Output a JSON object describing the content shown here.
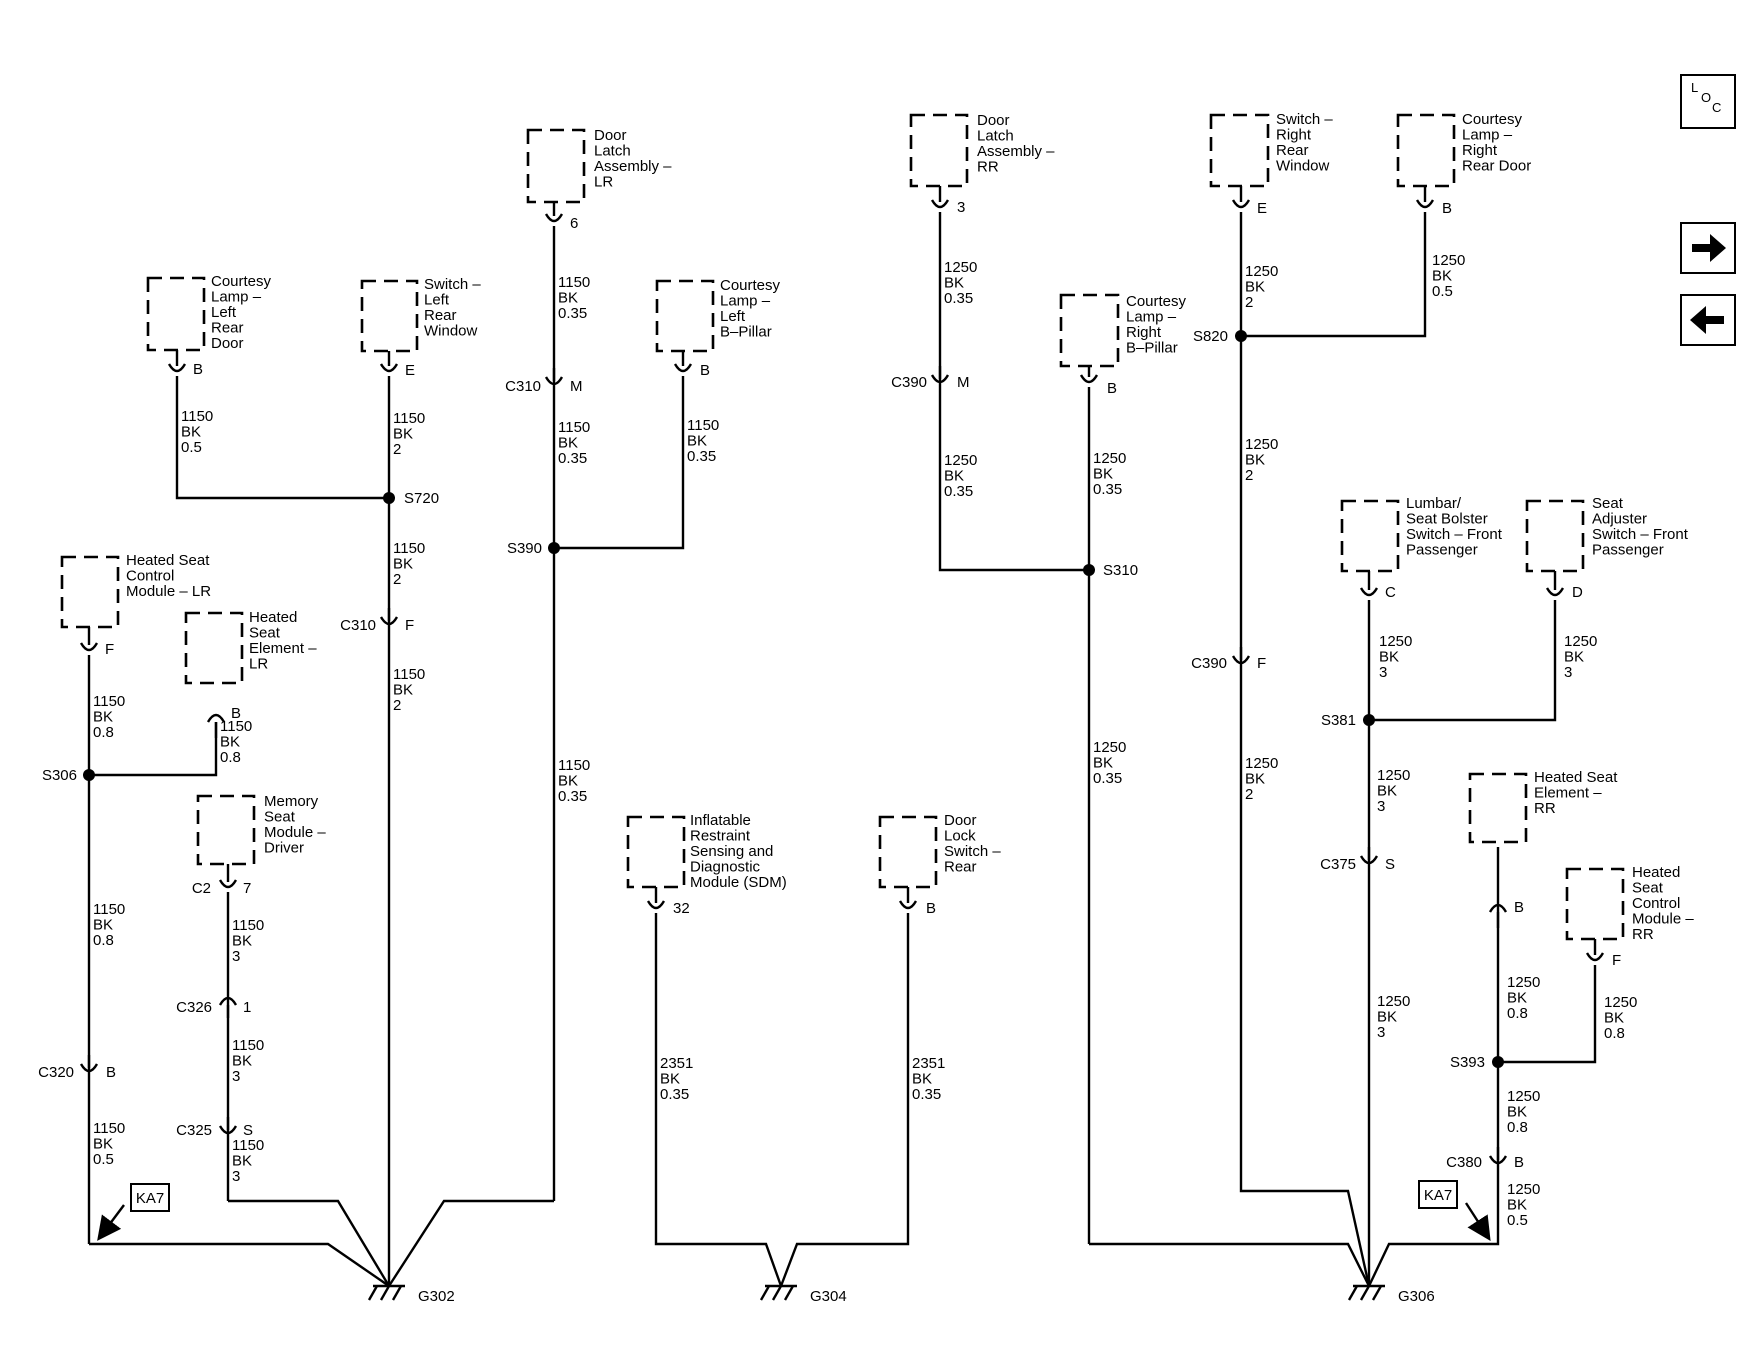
{
  "nav": {
    "loc_letters": [
      "L",
      "O",
      "C"
    ],
    "next_icon": "right-arrow-icon",
    "prev_icon": "left-arrow-icon"
  },
  "components": [
    {
      "id": "courtesy-lamp-lr-door",
      "lines": [
        "Courtesy",
        "Lamp –",
        "Left",
        "Rear",
        "Door"
      ],
      "pin": "B"
    },
    {
      "id": "switch-left-rear-window",
      "lines": [
        "Switch –",
        "Left",
        "Rear",
        "Window"
      ],
      "pin": "E"
    },
    {
      "id": "door-latch-lr",
      "lines": [
        "Door",
        "Latch",
        "Assembly –",
        "LR"
      ],
      "pin": "6"
    },
    {
      "id": "courtesy-lamp-left-bpillar",
      "lines": [
        "Courtesy",
        "Lamp –",
        "Left",
        "B–Pillar"
      ],
      "pin": "B"
    },
    {
      "id": "heated-seat-control-lr",
      "lines": [
        "Heated Seat",
        "Control",
        "Module – LR"
      ],
      "pin": "F"
    },
    {
      "id": "heated-seat-element-lr",
      "lines": [
        "Heated",
        "Seat",
        "Element –",
        "LR"
      ],
      "pin": "B"
    },
    {
      "id": "memory-seat-module",
      "lines": [
        "Memory",
        "Seat",
        "Module –",
        "Driver"
      ],
      "pin": "7"
    },
    {
      "id": "sdm",
      "lines": [
        "Inflatable",
        "Restraint",
        "Sensing and",
        "Diagnostic",
        "Module (SDM)"
      ],
      "pin": "32"
    },
    {
      "id": "door-lock-switch-rear",
      "lines": [
        "Door",
        "Lock",
        "Switch –",
        "Rear"
      ],
      "pin": "B"
    },
    {
      "id": "door-latch-rr",
      "lines": [
        "Door",
        "Latch",
        "Assembly –",
        "RR"
      ],
      "pin": "3"
    },
    {
      "id": "courtesy-lamp-right-bpillar",
      "lines": [
        "Courtesy",
        "Lamp –",
        "Right",
        "B–Pillar"
      ],
      "pin": "B"
    },
    {
      "id": "switch-right-rear-window",
      "lines": [
        "Switch –",
        "Right",
        "Rear",
        "Window"
      ],
      "pin": "E"
    },
    {
      "id": "courtesy-lamp-right-rear-door",
      "lines": [
        "Courtesy",
        "Lamp –",
        "Right",
        "Rear Door"
      ],
      "pin": "B"
    },
    {
      "id": "lumbar-switch-fp",
      "lines": [
        "Lumbar/",
        "Seat Bolster",
        "Switch – Front",
        "Passenger"
      ],
      "pin": "C"
    },
    {
      "id": "seat-adjuster-switch-fp",
      "lines": [
        "Seat",
        "Adjuster",
        "Switch – Front",
        "Passenger"
      ],
      "pin": "D"
    },
    {
      "id": "heated-seat-element-rr",
      "lines": [
        "Heated Seat",
        "Element –",
        "RR"
      ],
      "pin": "B"
    },
    {
      "id": "heated-seat-control-rr",
      "lines": [
        "Heated",
        "Seat",
        "Control",
        "Module –",
        "RR"
      ],
      "pin": "F"
    }
  ],
  "connectors": [
    {
      "id": "c310-a",
      "name": "C310",
      "pin": "M"
    },
    {
      "id": "c310-b",
      "name": "C310",
      "pin": "F"
    },
    {
      "id": "c2",
      "name": "C2",
      "pin": ""
    },
    {
      "id": "c326",
      "name": "C326",
      "pin": "1"
    },
    {
      "id": "c325",
      "name": "C325",
      "pin": "S"
    },
    {
      "id": "c320",
      "name": "C320",
      "pin": "B"
    },
    {
      "id": "c390-a",
      "name": "C390",
      "pin": "M"
    },
    {
      "id": "c390-b",
      "name": "C390",
      "pin": "F"
    },
    {
      "id": "c375",
      "name": "C375",
      "pin": "S"
    },
    {
      "id": "c380",
      "name": "C380",
      "pin": "B"
    }
  ],
  "splices": [
    "S720",
    "S390",
    "S306",
    "S310",
    "S820",
    "S381",
    "S393"
  ],
  "grounds": [
    "G302",
    "G304",
    "G306"
  ],
  "callouts": [
    "KA7",
    "KA7"
  ],
  "wires": [
    {
      "id": "w1",
      "lines": [
        "1150",
        "BK",
        "0.5"
      ]
    },
    {
      "id": "w2",
      "lines": [
        "1150",
        "BK",
        "2"
      ]
    },
    {
      "id": "w3",
      "lines": [
        "1150",
        "BK",
        "2"
      ]
    },
    {
      "id": "w4",
      "lines": [
        "1150",
        "BK",
        "2"
      ]
    },
    {
      "id": "w5",
      "lines": [
        "1150",
        "BK",
        "0.35"
      ]
    },
    {
      "id": "w6",
      "lines": [
        "1150",
        "BK",
        "0.35"
      ]
    },
    {
      "id": "w7",
      "lines": [
        "1150",
        "BK",
        "0.35"
      ]
    },
    {
      "id": "w8",
      "lines": [
        "1150",
        "BK",
        "0.35"
      ]
    },
    {
      "id": "w9",
      "lines": [
        "1150",
        "BK",
        "0.8"
      ]
    },
    {
      "id": "w10",
      "lines": [
        "1150",
        "BK",
        "0.8"
      ]
    },
    {
      "id": "w11",
      "lines": [
        "1150",
        "BK",
        "0.8"
      ]
    },
    {
      "id": "w12",
      "lines": [
        "1150",
        "BK",
        "0.5"
      ]
    },
    {
      "id": "w13",
      "lines": [
        "1150",
        "BK",
        "3"
      ]
    },
    {
      "id": "w14",
      "lines": [
        "1150",
        "BK",
        "3"
      ]
    },
    {
      "id": "w15",
      "lines": [
        "1150",
        "BK",
        "3"
      ]
    },
    {
      "id": "w16",
      "lines": [
        "2351",
        "BK",
        "0.35"
      ]
    },
    {
      "id": "w17",
      "lines": [
        "2351",
        "BK",
        "0.35"
      ]
    },
    {
      "id": "w18",
      "lines": [
        "1250",
        "BK",
        "0.35"
      ]
    },
    {
      "id": "w19",
      "lines": [
        "1250",
        "BK",
        "0.35"
      ]
    },
    {
      "id": "w20",
      "lines": [
        "1250",
        "BK",
        "0.35"
      ]
    },
    {
      "id": "w21",
      "lines": [
        "1250",
        "BK",
        "0.35"
      ]
    },
    {
      "id": "w22",
      "lines": [
        "1250",
        "BK",
        "2"
      ]
    },
    {
      "id": "w23",
      "lines": [
        "1250",
        "BK",
        "0.5"
      ]
    },
    {
      "id": "w24",
      "lines": [
        "1250",
        "BK",
        "2"
      ]
    },
    {
      "id": "w25",
      "lines": [
        "1250",
        "BK",
        "2"
      ]
    },
    {
      "id": "w26",
      "lines": [
        "1250",
        "BK",
        "3"
      ]
    },
    {
      "id": "w27",
      "lines": [
        "1250",
        "BK",
        "3"
      ]
    },
    {
      "id": "w28",
      "lines": [
        "1250",
        "BK",
        "3"
      ]
    },
    {
      "id": "w29",
      "lines": [
        "1250",
        "BK",
        "3"
      ]
    },
    {
      "id": "w30",
      "lines": [
        "1250",
        "BK",
        "0.8"
      ]
    },
    {
      "id": "w31",
      "lines": [
        "1250",
        "BK",
        "0.8"
      ]
    },
    {
      "id": "w32",
      "lines": [
        "1250",
        "BK",
        "0.8"
      ]
    },
    {
      "id": "w33",
      "lines": [
        "1250",
        "BK",
        "0.5"
      ]
    }
  ]
}
